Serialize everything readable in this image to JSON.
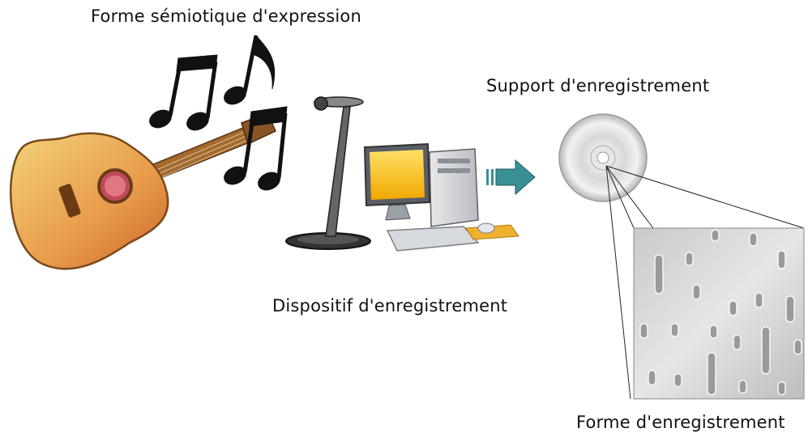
{
  "labels": {
    "expression": "Forme sémiotique d'expression",
    "support": "Support d'enregistrement",
    "dispositif": "Dispositif d'enregistrement",
    "forme": "Forme d'enregistrement"
  },
  "colors": {
    "guitar_body": "#e8a550",
    "guitar_edge": "#7a4a1a",
    "note": "#111111",
    "arrow": "#3a8f94",
    "screen": "#f5c400",
    "disc": "#cfcfcf",
    "mouse_pad": "#f0b030"
  },
  "icons": [
    "guitar-icon",
    "music-note-icon",
    "microphone-icon",
    "computer-icon",
    "arrow-right-icon",
    "cd-disc-icon",
    "pits-closeup-image"
  ]
}
